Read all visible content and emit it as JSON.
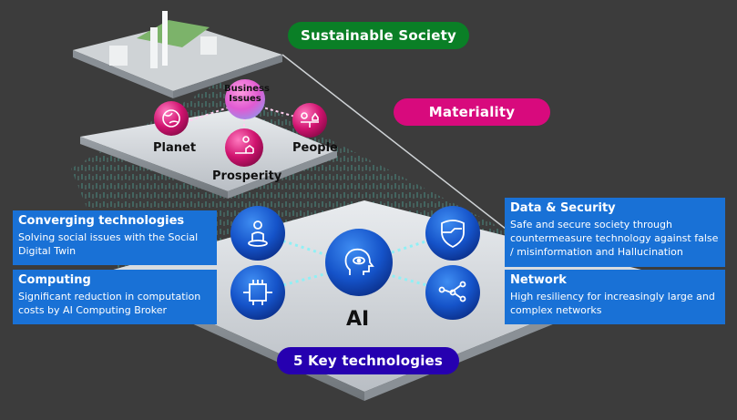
{
  "banners": {
    "sustainable_society": "Sustainable Society",
    "materiality": "Materiality",
    "key_technologies": "5 Key technologies"
  },
  "materiality_nodes": {
    "center": "Business Issues",
    "planet": "Planet",
    "people": "People",
    "prosperity": "Prosperity"
  },
  "technologies": {
    "center": "AI",
    "converging": {
      "title": "Converging technologies",
      "description": "Solving social issues with the Social Digital Twin"
    },
    "computing": {
      "title": "Computing",
      "description": "Significant reduction in computation costs by AI Computing Broker"
    },
    "data_security": {
      "title": "Data & Security",
      "description": "Safe and secure society through countermeasure technology against false / misinformation and Hallucination"
    },
    "network": {
      "title": "Network",
      "description": "High resiliency for increasingly large and complex networks"
    }
  },
  "colors": {
    "background": "#3c3c3c",
    "green": "#0a7f26",
    "magenta": "#d80a7d",
    "indigo": "#2600b0",
    "card_blue": "#1971d6"
  }
}
